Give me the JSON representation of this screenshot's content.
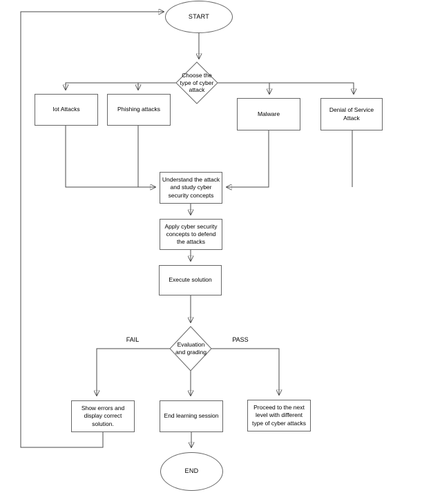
{
  "diagram": {
    "type": "flowchart",
    "background": "#ffffff",
    "colors": {
      "node_fill": "#ffffff",
      "node_border": "#666666",
      "edge": "#4a4a4a",
      "arrowhead": "#1f1f1f",
      "text": "#000000"
    },
    "nodes": {
      "start": {
        "shape": "terminator",
        "label": "START"
      },
      "choose_attack": {
        "shape": "decision",
        "label": "Choose the\ntype of cyber\nattack"
      },
      "iot": {
        "shape": "process",
        "label": "Iot Attacks"
      },
      "phishing": {
        "shape": "process",
        "label": "Phishing attacks"
      },
      "malware": {
        "shape": "process",
        "label": "Malware"
      },
      "dos": {
        "shape": "process",
        "label": "Denial of Service\nAttack"
      },
      "understand": {
        "shape": "process",
        "label": "Understand the attack\nand study cyber\nsecurity concepts"
      },
      "apply": {
        "shape": "process",
        "label": "Apply cyber security\nconcepts to defend\nthe attacks"
      },
      "execute": {
        "shape": "process",
        "label": "Execute solution"
      },
      "evaluation": {
        "shape": "decision",
        "label": "Evaluation\nand grading"
      },
      "show_errors": {
        "shape": "process",
        "label": "Show errors and\ndisplay correct\nsolution."
      },
      "end_session": {
        "shape": "process",
        "label": "End learning session"
      },
      "proceed": {
        "shape": "process",
        "label": "Proceed to the next\nlevel with different\ntype of cyber attacks"
      },
      "end": {
        "shape": "terminator",
        "label": "END"
      }
    },
    "edge_labels": {
      "fail": "FAIL",
      "pass": "PASS"
    },
    "edges": [
      {
        "from": "start",
        "to": "choose_attack"
      },
      {
        "from": "choose_attack",
        "to": "iot"
      },
      {
        "from": "choose_attack",
        "to": "phishing"
      },
      {
        "from": "choose_attack",
        "to": "malware"
      },
      {
        "from": "choose_attack",
        "to": "dos"
      },
      {
        "from": "iot",
        "to": "understand"
      },
      {
        "from": "phishing",
        "to": "understand"
      },
      {
        "from": "malware",
        "to": "understand"
      },
      {
        "from": "dos",
        "to": "understand"
      },
      {
        "from": "understand",
        "to": "apply"
      },
      {
        "from": "apply",
        "to": "execute"
      },
      {
        "from": "execute",
        "to": "evaluation"
      },
      {
        "from": "evaluation",
        "to": "show_errors",
        "label": "FAIL"
      },
      {
        "from": "evaluation",
        "to": "end_session",
        "label": ""
      },
      {
        "from": "evaluation",
        "to": "proceed",
        "label": "PASS"
      },
      {
        "from": "show_errors",
        "to": "start"
      },
      {
        "from": "end_session",
        "to": "end"
      }
    ]
  }
}
